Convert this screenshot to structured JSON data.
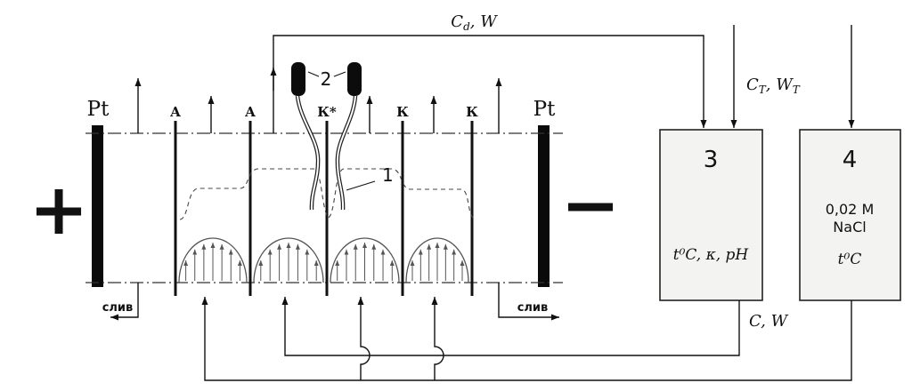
{
  "cell": {
    "plus": "+",
    "minus": "−",
    "electrode_left": "Pt",
    "electrode_right": "Pt",
    "membranes": [
      "А",
      "А",
      "К*",
      "К",
      "К"
    ],
    "drain_left": "слив",
    "drain_right": "слив",
    "probe_pair_label": "2",
    "capillary_label": "1"
  },
  "flows": {
    "diluate": {
      "c": "C",
      "c_sub": "d",
      "w": ", W"
    },
    "titrant": {
      "c": "C",
      "c_sub": "T",
      "w": ", W",
      "w_sub": "T"
    },
    "recycle": "C, W"
  },
  "box3": {
    "number": "3",
    "params": "t⁰C, κ, pH"
  },
  "box4": {
    "number": "4",
    "solution1": "0,02 M",
    "solution2": "NaCl",
    "temp": "t⁰C"
  }
}
